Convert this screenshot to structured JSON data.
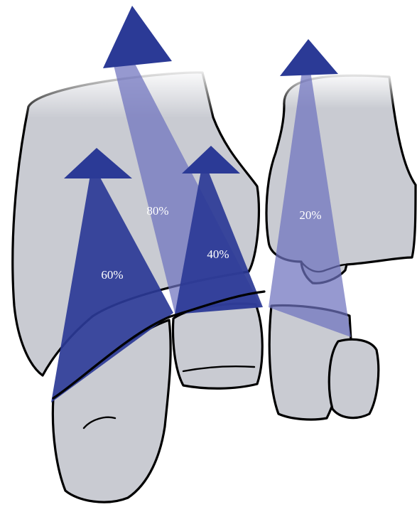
{
  "labels": {
    "center_large": "80%",
    "left_small": "60%",
    "center_small": "40%",
    "right": "20%"
  },
  "colors": {
    "bone_fill": "#c9cbd2",
    "bone_outline": "#000000",
    "arrow_dark": "#2b3a96",
    "arrow_light": "#7a7fc4",
    "label_text": "#ffffff"
  }
}
